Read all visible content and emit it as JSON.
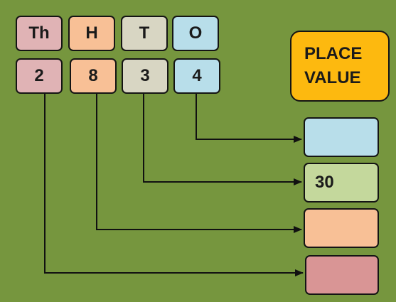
{
  "headers": {
    "thousands": "Th",
    "hundreds": "H",
    "tens": "T",
    "ones": "O"
  },
  "digits": {
    "thousands": "2",
    "hundreds": "8",
    "tens": "3",
    "ones": "4"
  },
  "place_value_title": {
    "line1": "PLACE",
    "line2": "VALUE"
  },
  "answers": {
    "ones": "",
    "tens": "30",
    "hundreds": "",
    "thousands": ""
  },
  "colors": {
    "background": "#76963e",
    "thousands": "#e0b3b5",
    "hundreds": "#f8c096",
    "tens": "#d8d6c3",
    "ones": "#b8deea",
    "tens_answer": "#c4d89c",
    "thousands_answer": "#d99595",
    "title_box": "#fdb90f"
  }
}
